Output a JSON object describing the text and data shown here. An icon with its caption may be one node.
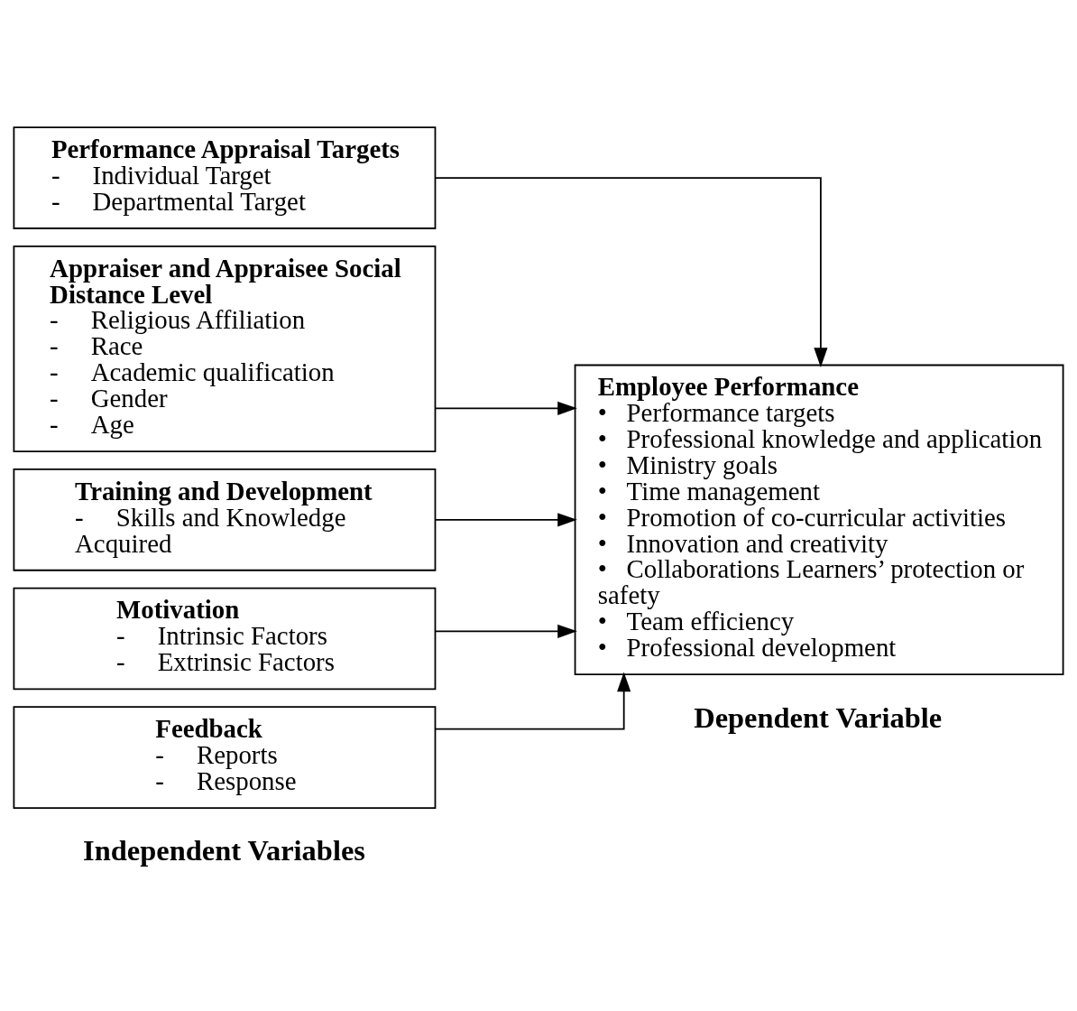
{
  "diagram": {
    "nodes": [
      {
        "text": [
          "Performance Appraisal Targets",
          "-     Individual Target",
          "-     Departmental Target"
        ]
      },
      {
        "text": [
          "Appraiser and Appraisee Social Distance Level",
          "-     Religious Affiliation",
          "-     Race",
          "-     Academic qualification",
          "-     Gender",
          "-     Age"
        ]
      },
      {
        "text": [
          "Training and Development",
          "-     Skills and Knowledge Acquired"
        ]
      },
      {
        "text": [
          "Motivation",
          "-     Intrinsic Factors",
          "-     Extrinsic Factors"
        ]
      },
      {
        "text": [
          "Feedback",
          "-     Reports",
          "-     Response"
        ]
      },
      {
        "text": [
          "Employee Performance",
          "•   Performance targets",
          "•   Professional knowledge and application",
          "•   Ministry goals",
          "•   Time management",
          "•   Promotion of co-curricular activities",
          "•   Innovation and creativity",
          "•   Collaborations Learners’ protection or safety",
          "•   Team efficiency",
          "•   Professional development"
        ]
      }
    ],
    "edges": [
      {
        "from": 0,
        "to": 5,
        "arrow": "to"
      },
      {
        "from": 1,
        "to": 5,
        "arrow": "to"
      },
      {
        "from": 2,
        "to": 5,
        "arrow": "to"
      },
      {
        "from": 3,
        "to": 5,
        "arrow": "to"
      },
      {
        "from": 4,
        "to": 5,
        "arrow": "to"
      }
    ],
    "labels": [
      "Independent Variables",
      "Dependent Variable"
    ]
  }
}
